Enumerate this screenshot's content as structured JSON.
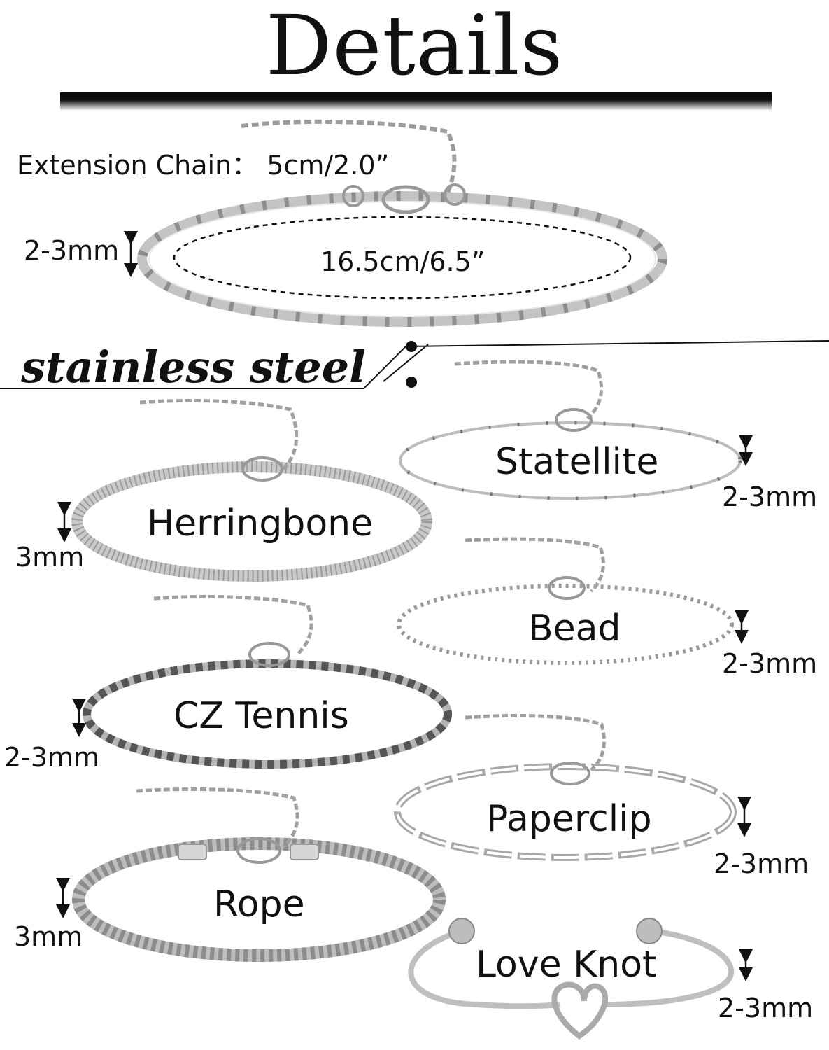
{
  "header": {
    "title": "Details"
  },
  "main_bracelet": {
    "extension_label": "Extension Chain： 5cm/2.0”",
    "width": "2-3mm",
    "length": "16.5cm/6.5”"
  },
  "section_label": "stainless steel",
  "bracelets": [
    {
      "name": "Statellite",
      "width": "2-3mm"
    },
    {
      "name": "Herringbone",
      "width": "3mm"
    },
    {
      "name": "Bead",
      "width": "2-3mm"
    },
    {
      "name": "CZ Tennis",
      "width": "2-3mm"
    },
    {
      "name": "Paperclip",
      "width": "2-3mm"
    },
    {
      "name": "Rope",
      "width": "3mm"
    },
    {
      "name": "Love Knot",
      "width": "2-3mm"
    }
  ],
  "colors": {
    "text": "#111111",
    "metal": "#c9c9c9",
    "metal_dark": "#8a8a8a",
    "bar": "#0a0a0a"
  }
}
